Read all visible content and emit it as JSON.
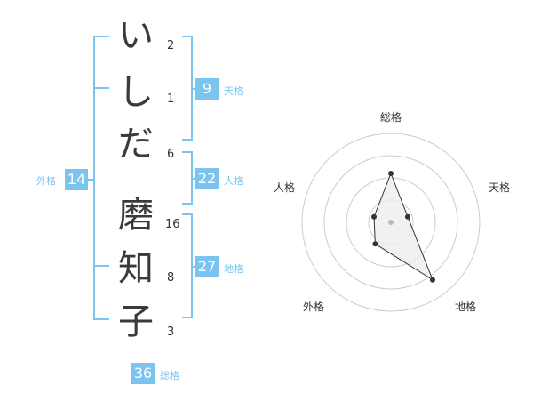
{
  "name": {
    "chars": [
      {
        "char": "い",
        "strokes": "2"
      },
      {
        "char": "し",
        "strokes": "1"
      },
      {
        "char": "だ",
        "strokes": "6"
      },
      {
        "char": "磨",
        "strokes": "16"
      },
      {
        "char": "知",
        "strokes": "8"
      },
      {
        "char": "子",
        "strokes": "3"
      }
    ]
  },
  "fortune": {
    "tenkaku": {
      "value": "9",
      "label": "天格"
    },
    "jinkaku": {
      "value": "22",
      "label": "人格"
    },
    "chikaku": {
      "value": "27",
      "label": "地格"
    },
    "gaikaku": {
      "value": "14",
      "label": "外格"
    },
    "soukaku": {
      "value": "36",
      "label": "総格"
    }
  },
  "radar": {
    "labels": {
      "top": "総格",
      "right": "天格",
      "bottom_right": "地格",
      "bottom_left": "外格",
      "left": "人格"
    },
    "rings": 4,
    "values": {
      "top": 0.55,
      "right": 0.2,
      "bottom_right": 0.8,
      "bottom_left": 0.3,
      "left": 0.2
    },
    "colors": {
      "ring": "#cccccc",
      "fill": "#eeeeee",
      "line": "#333333"
    }
  },
  "colors": {
    "accent": "#7cc4f0"
  }
}
